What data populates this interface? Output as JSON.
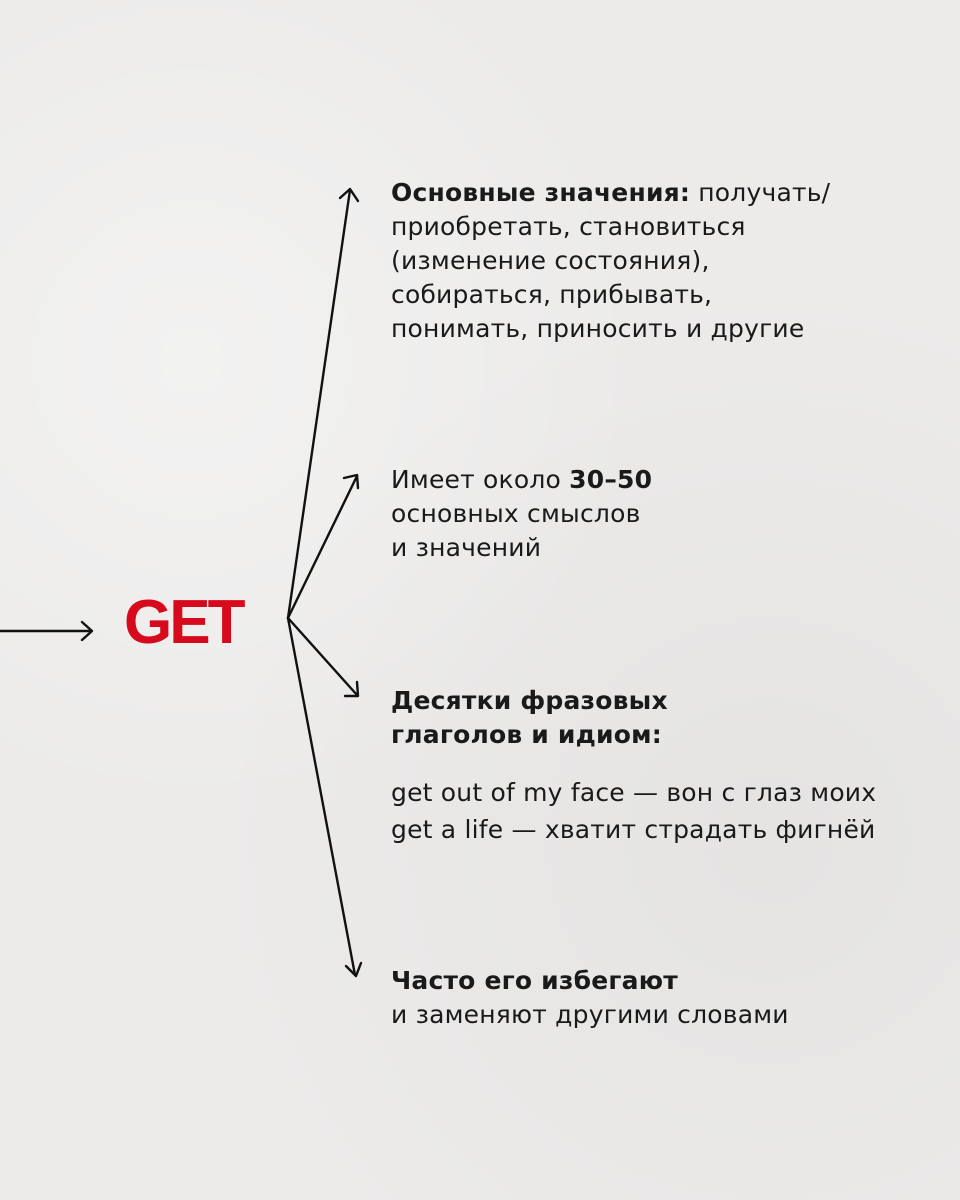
{
  "center_word": {
    "text": "GET",
    "color": "#d60a1c"
  },
  "branches": [
    {
      "bold": "Основные значения:",
      "lines": [
        " получать/",
        "приобретать, становиться",
        "(изменение состояния),",
        "собираться, прибывать,",
        "понимать, приносить и другие"
      ]
    },
    {
      "regular_prefix": "Имеет около ",
      "bold": "30–50",
      "lines": [
        "основных смыслов",
        "и значений"
      ]
    },
    {
      "bold_lines": [
        "Десятки фразовых",
        "глаголов и идиом:"
      ],
      "idioms": [
        "get out of my face — вон с глаз моих",
        "get a life — хватит страдать фигнёй"
      ]
    },
    {
      "bold": "Часто его избегают",
      "lines": [
        "и заменяют другими словами"
      ]
    }
  ],
  "colors": {
    "background": "#ecebea",
    "text": "#1a1a1a",
    "accent": "#d60a1c",
    "arrow": "#111111"
  }
}
